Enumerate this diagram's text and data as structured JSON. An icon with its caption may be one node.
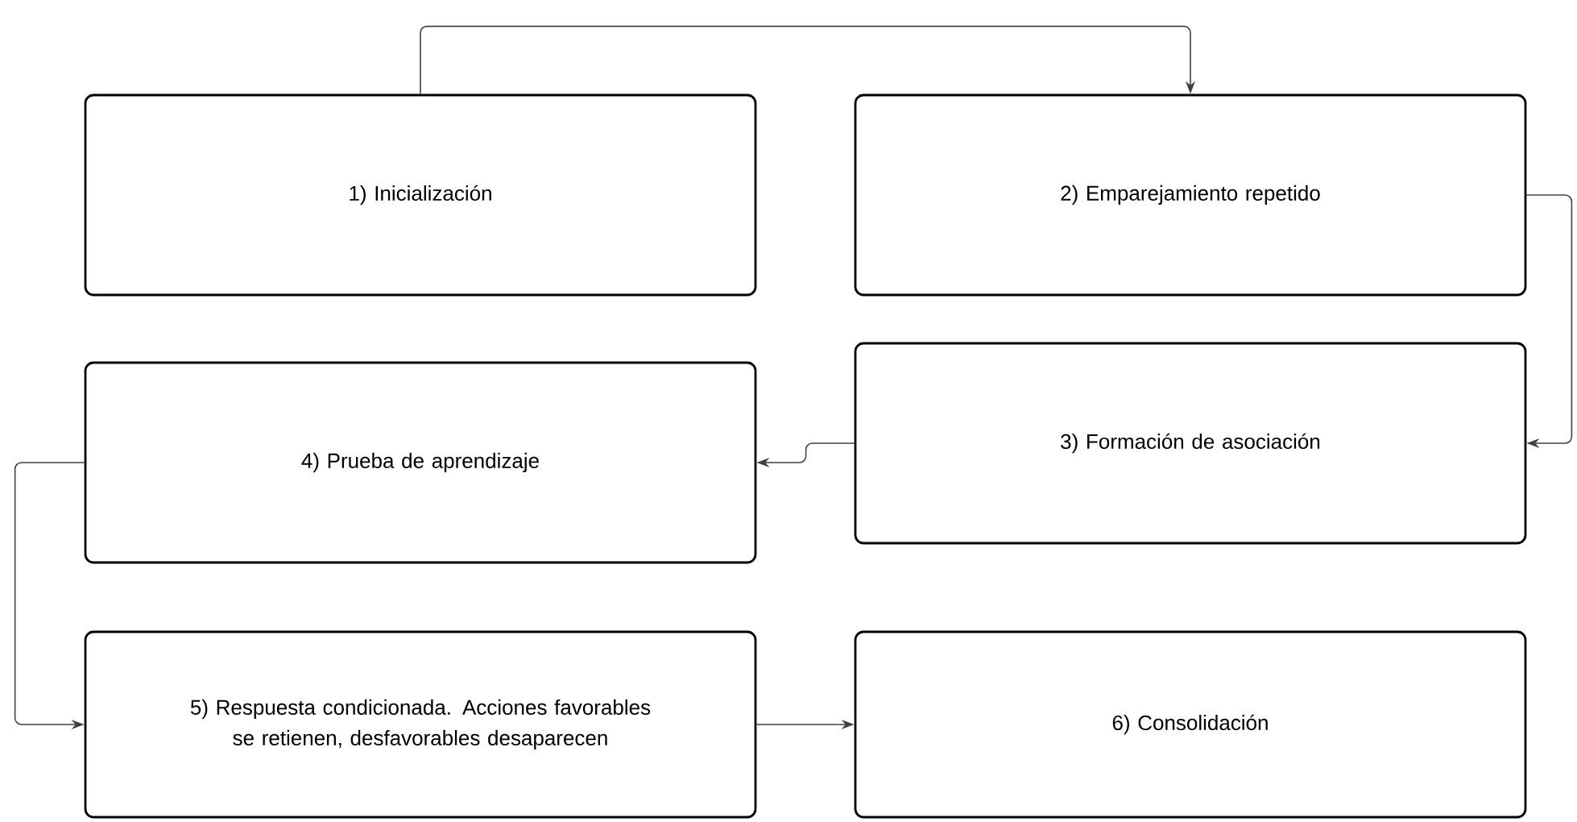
{
  "diagram": {
    "nodes": [
      {
        "text": [
          "1) Inicialización"
        ]
      },
      {
        "text": [
          "2) Emparejamiento repetido"
        ]
      },
      {
        "text": [
          "3) Formación de asociación"
        ]
      },
      {
        "text": [
          "4) Prueba de aprendizaje"
        ]
      },
      {
        "text": [
          "5) Respuesta condicionada. Acciones favorables se retienen, desfavorables desaparecen"
        ]
      },
      {
        "text": [
          "6) Consolidación"
        ]
      }
    ],
    "edges": [
      {
        "from": 0,
        "to": 1,
        "arrow": "to"
      },
      {
        "from": 1,
        "to": 2,
        "arrow": "to"
      },
      {
        "from": 2,
        "to": 3,
        "arrow": "to"
      },
      {
        "from": 3,
        "to": 4,
        "arrow": "to"
      },
      {
        "from": 4,
        "to": 5,
        "arrow": "to"
      }
    ]
  }
}
